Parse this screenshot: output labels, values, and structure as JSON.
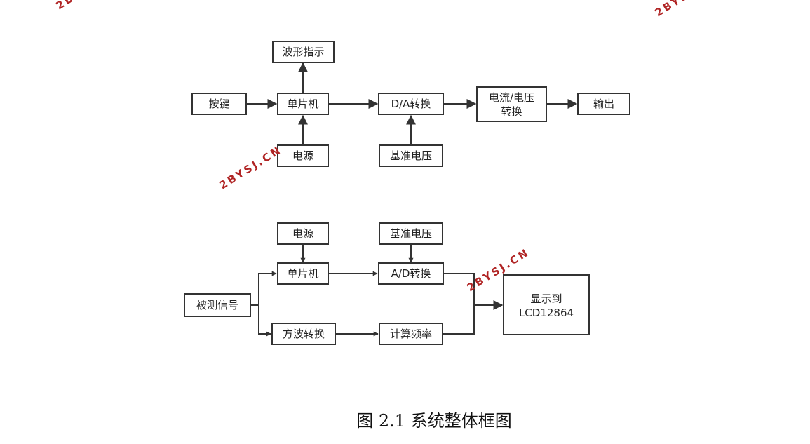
{
  "diagram1": {
    "keys": "按键",
    "mcu": "单片机",
    "waveform_indicator": "波形指示",
    "power": "电源",
    "dac": "D/A转换",
    "reference_voltage": "基准电压",
    "iv_convert_line1": "电流/电压",
    "iv_convert_line2": "转换",
    "output": "输出"
  },
  "diagram2": {
    "power": "电源",
    "reference_voltage": "基准电压",
    "mcu": "单片机",
    "adc": "A/D转换",
    "signal_input": "被测信号",
    "square_wave": "方波转换",
    "frequency_calc": "计算频率",
    "display_line1": "显示到",
    "display_line2": "LCD12864"
  },
  "caption": "图 2.1  系统整体框图",
  "watermark": "2BYSJ.CN"
}
